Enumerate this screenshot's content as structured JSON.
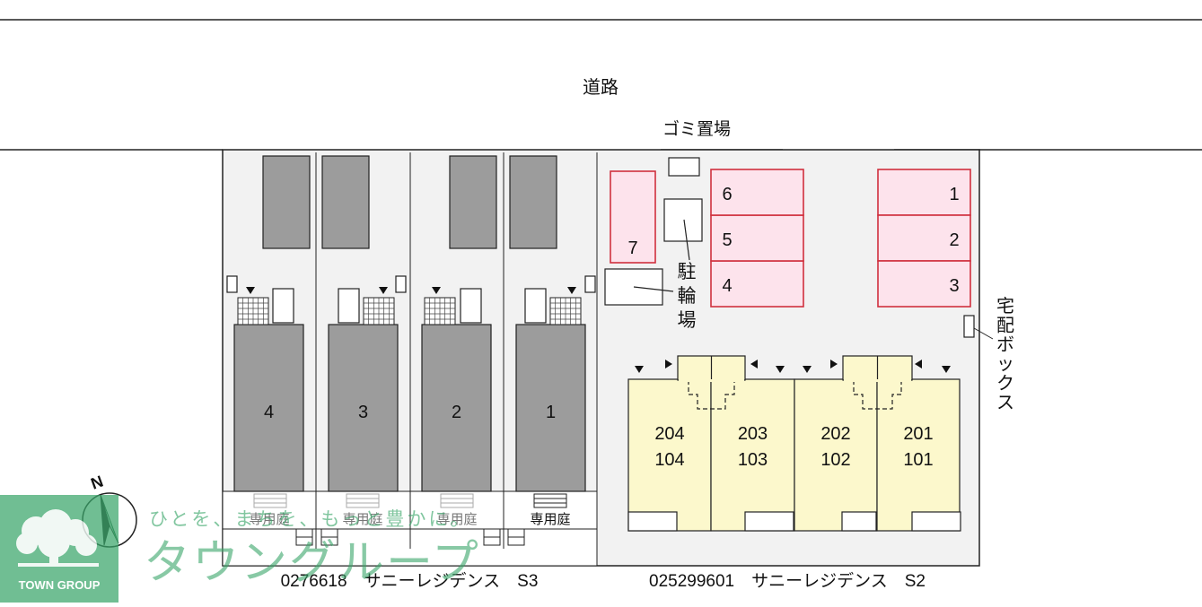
{
  "road": {
    "label": "道路"
  },
  "garbage": {
    "label": "ゴミ置場"
  },
  "bicycle": {
    "label": "駐輪場"
  },
  "delivery_box": {
    "label": "宅配ボックス"
  },
  "parking": {
    "spaces": [
      {
        "id": "p1",
        "label": "1"
      },
      {
        "id": "p2",
        "label": "2"
      },
      {
        "id": "p3",
        "label": "3"
      },
      {
        "id": "p4",
        "label": "4"
      },
      {
        "id": "p5",
        "label": "5"
      },
      {
        "id": "p6",
        "label": "6"
      },
      {
        "id": "p7",
        "label": "7"
      }
    ],
    "fill": "#fde3ec",
    "stroke": "#d0303e"
  },
  "houses": [
    {
      "id": "h4",
      "label": "4",
      "garden": "専用庭"
    },
    {
      "id": "h3",
      "label": "3",
      "garden": "専用庭"
    },
    {
      "id": "h2",
      "label": "2",
      "garden": "専用庭"
    },
    {
      "id": "h1",
      "label": "1",
      "garden": "専用庭"
    }
  ],
  "apartment_units": [
    {
      "upper": "204",
      "lower": "104"
    },
    {
      "upper": "203",
      "lower": "103"
    },
    {
      "upper": "202",
      "lower": "102"
    },
    {
      "upper": "201",
      "lower": "101"
    }
  ],
  "apartment_fill": "#fcf8cc",
  "building_fill": "#9c9c9c",
  "property_labels": {
    "s3": "0276618　サニーレジデンス　S3",
    "s2": "025299601　サニーレジデンス　S2"
  },
  "compass": {
    "label": "N"
  },
  "watermark": {
    "tagline": "ひとを、まちを、もっと豊かに。",
    "brand": "タウングループ",
    "logo_text": "TOWN GROUP",
    "color": "#3aa66a"
  }
}
